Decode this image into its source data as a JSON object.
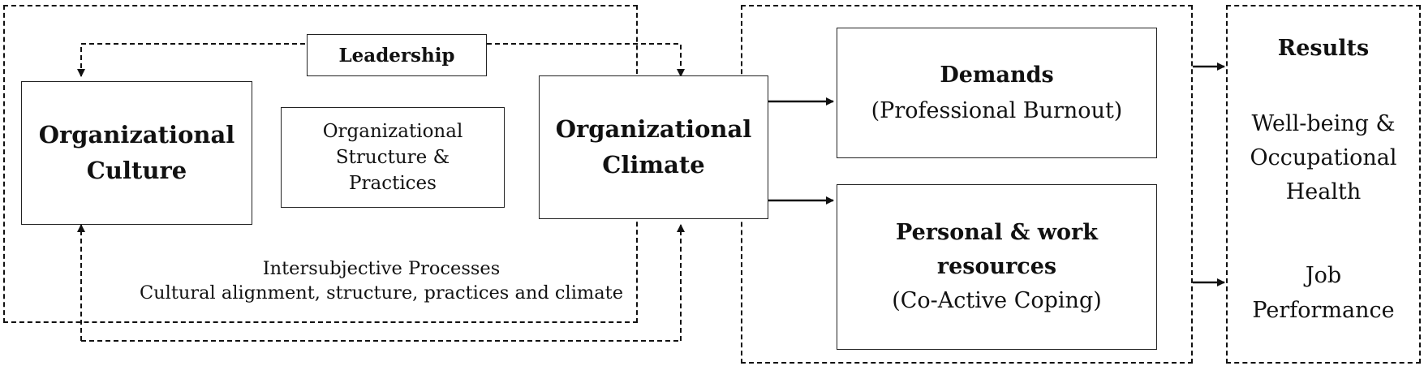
{
  "leadership": "Leadership",
  "culture": {
    "line1": "Organizational",
    "line2": "Culture"
  },
  "structure": {
    "line1": "Organizational",
    "line2": "Structure &",
    "line3": "Practices"
  },
  "climate": {
    "line1": "Organizational",
    "line2": "Climate"
  },
  "intersubjective": {
    "line1": "Intersubjective Processes",
    "line2": "Cultural alignment, structure, practices and climate"
  },
  "demands": {
    "title": "Demands",
    "subtitle": "(Professional Burnout)"
  },
  "resources": {
    "title1": "Personal & work",
    "title2": "resources",
    "subtitle": "(Co-Active Coping)"
  },
  "results": {
    "title": "Results",
    "wellbeing": {
      "line1": "Well-being &",
      "line2": "Occupational",
      "line3": "Health"
    },
    "performance": {
      "line1": "Job",
      "line2": "Performance"
    }
  }
}
